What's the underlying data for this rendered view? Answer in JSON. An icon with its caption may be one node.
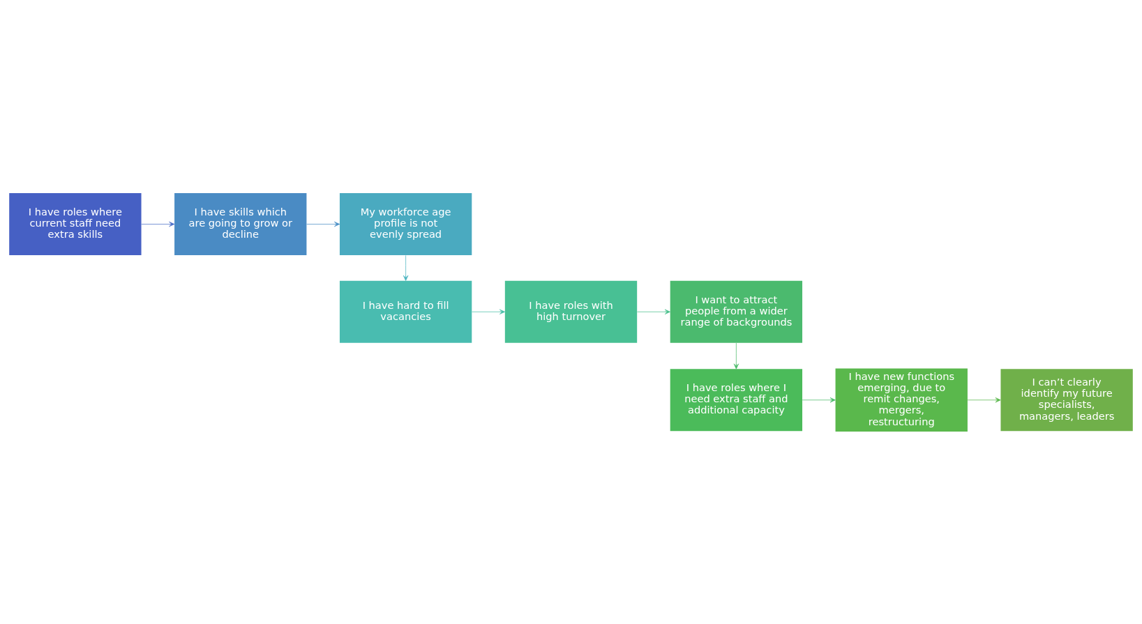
{
  "diagram": {
    "nodes": [
      {
        "text": [
          "I have roles where current staff need extra skills"
        ]
      },
      {
        "text": [
          "I have skills which are going to grow or decline"
        ]
      },
      {
        "text": [
          "My workforce age profile is not evenly spread"
        ]
      },
      {
        "text": [
          "I have hard to fill vacancies"
        ]
      },
      {
        "text": [
          "I have roles with high turnover"
        ]
      },
      {
        "text": [
          "I want to attract people from a wider range of backgrounds"
        ]
      },
      {
        "text": [
          "I have roles where I need extra staff and additional capacity"
        ]
      },
      {
        "text": [
          "I have new functions emerging, due to remit changes, mergers, restructuring"
        ]
      },
      {
        "text": [
          "I can’t clearly identify my future specialists, managers, leaders"
        ]
      }
    ],
    "edges": [
      {
        "from": 0,
        "to": 1,
        "arrow": "to",
        "color": "#4a6fc8"
      },
      {
        "from": 1,
        "to": 2,
        "arrow": "to",
        "color": "#4a8fc6"
      },
      {
        "from": 2,
        "to": 3,
        "arrow": "to",
        "color": "#4ab4c0"
      },
      {
        "from": 3,
        "to": 4,
        "arrow": "to",
        "color": "#48c0a8"
      },
      {
        "from": 4,
        "to": 5,
        "arrow": "to",
        "color": "#48c08c"
      },
      {
        "from": 5,
        "to": 6,
        "arrow": "to",
        "color": "#4bbb6a"
      },
      {
        "from": 6,
        "to": 7,
        "arrow": "to",
        "color": "#4bbb6a"
      },
      {
        "from": 7,
        "to": 8,
        "arrow": "to",
        "color": "#5ab84c"
      }
    ]
  }
}
